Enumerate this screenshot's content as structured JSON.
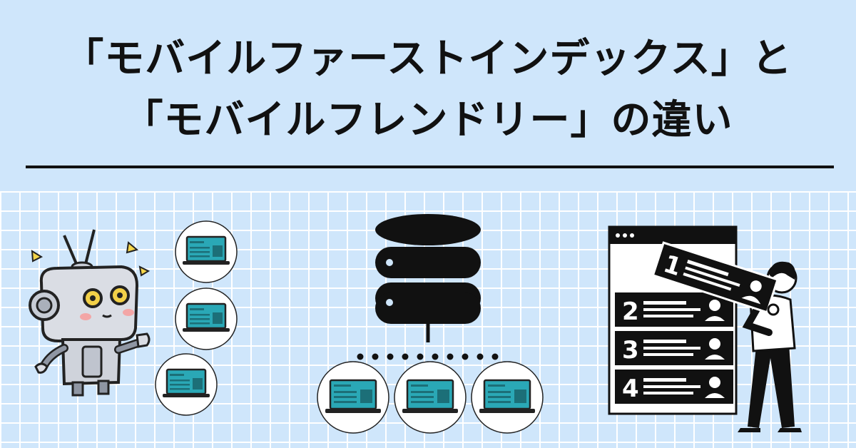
{
  "title": {
    "line1": "「モバイルファーストインデックス」と",
    "line2": "「モバイルフレンドリー」の違い"
  },
  "ranking": {
    "numbers": [
      "1",
      "2",
      "3",
      "4"
    ]
  },
  "colors": {
    "background": "#cfe6fb",
    "grid_line": "#ffffff",
    "laptop_screen": "#2aa8b6",
    "robot_eye": "#f2d048"
  }
}
